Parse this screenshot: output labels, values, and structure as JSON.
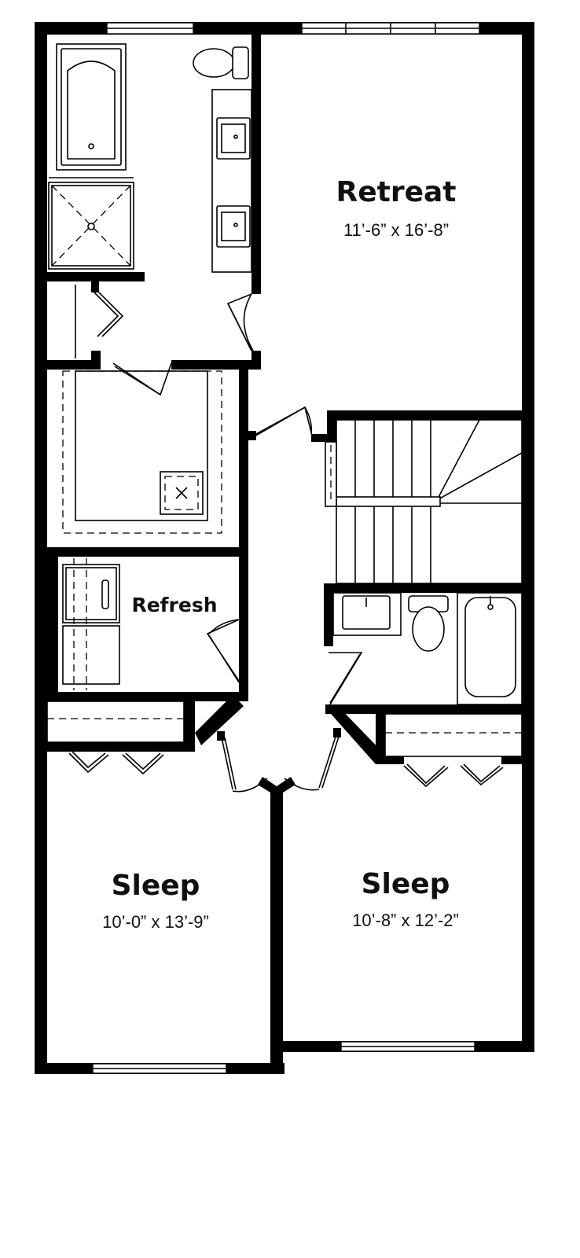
{
  "rooms": {
    "retreat": {
      "name": "Retreat",
      "dims": "11’-6” x 16’-8”"
    },
    "refresh": {
      "name": "Refresh"
    },
    "sleep_left": {
      "name": "Sleep",
      "dims": "10’-0” x 13’-9”"
    },
    "sleep_right": {
      "name": "Sleep",
      "dims": "10’-8” x 12’-2”"
    }
  }
}
